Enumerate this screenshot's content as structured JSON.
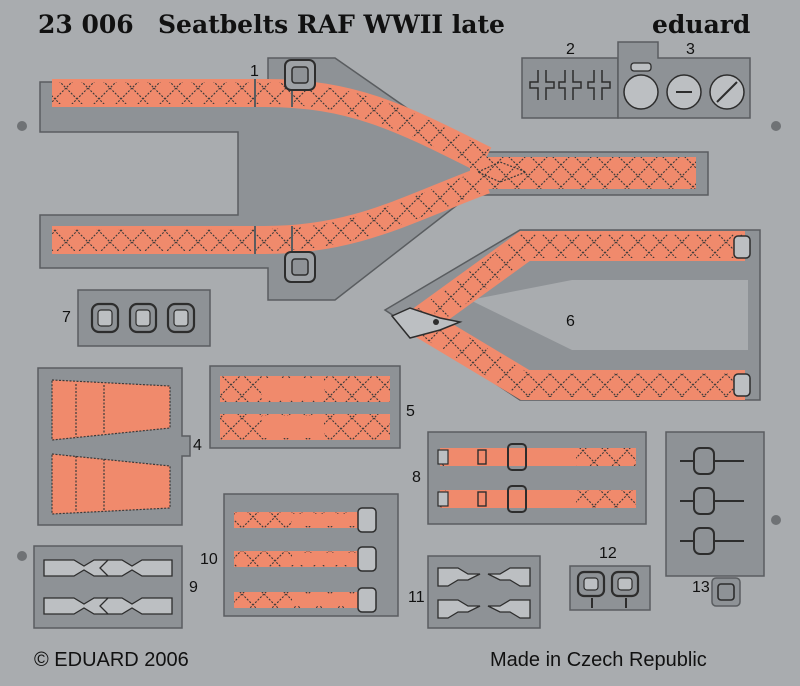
{
  "header": {
    "set_number": "23 006",
    "set_title": "Seatbelts RAF WWII late",
    "brand": "eduard"
  },
  "footer": {
    "copyright": "© EDUARD 2006",
    "origin": "Made in Czech Republic"
  },
  "part_numbers": [
    "1",
    "2",
    "3",
    "4",
    "5",
    "6",
    "7",
    "8",
    "9",
    "10",
    "11",
    "12",
    "13"
  ],
  "colors": {
    "fret": "#a9acaf",
    "part_grey": "#8e9296",
    "belt_orange": "#f08a6c",
    "stitch": "#3a3a3a",
    "outline": "#5a5d60"
  }
}
